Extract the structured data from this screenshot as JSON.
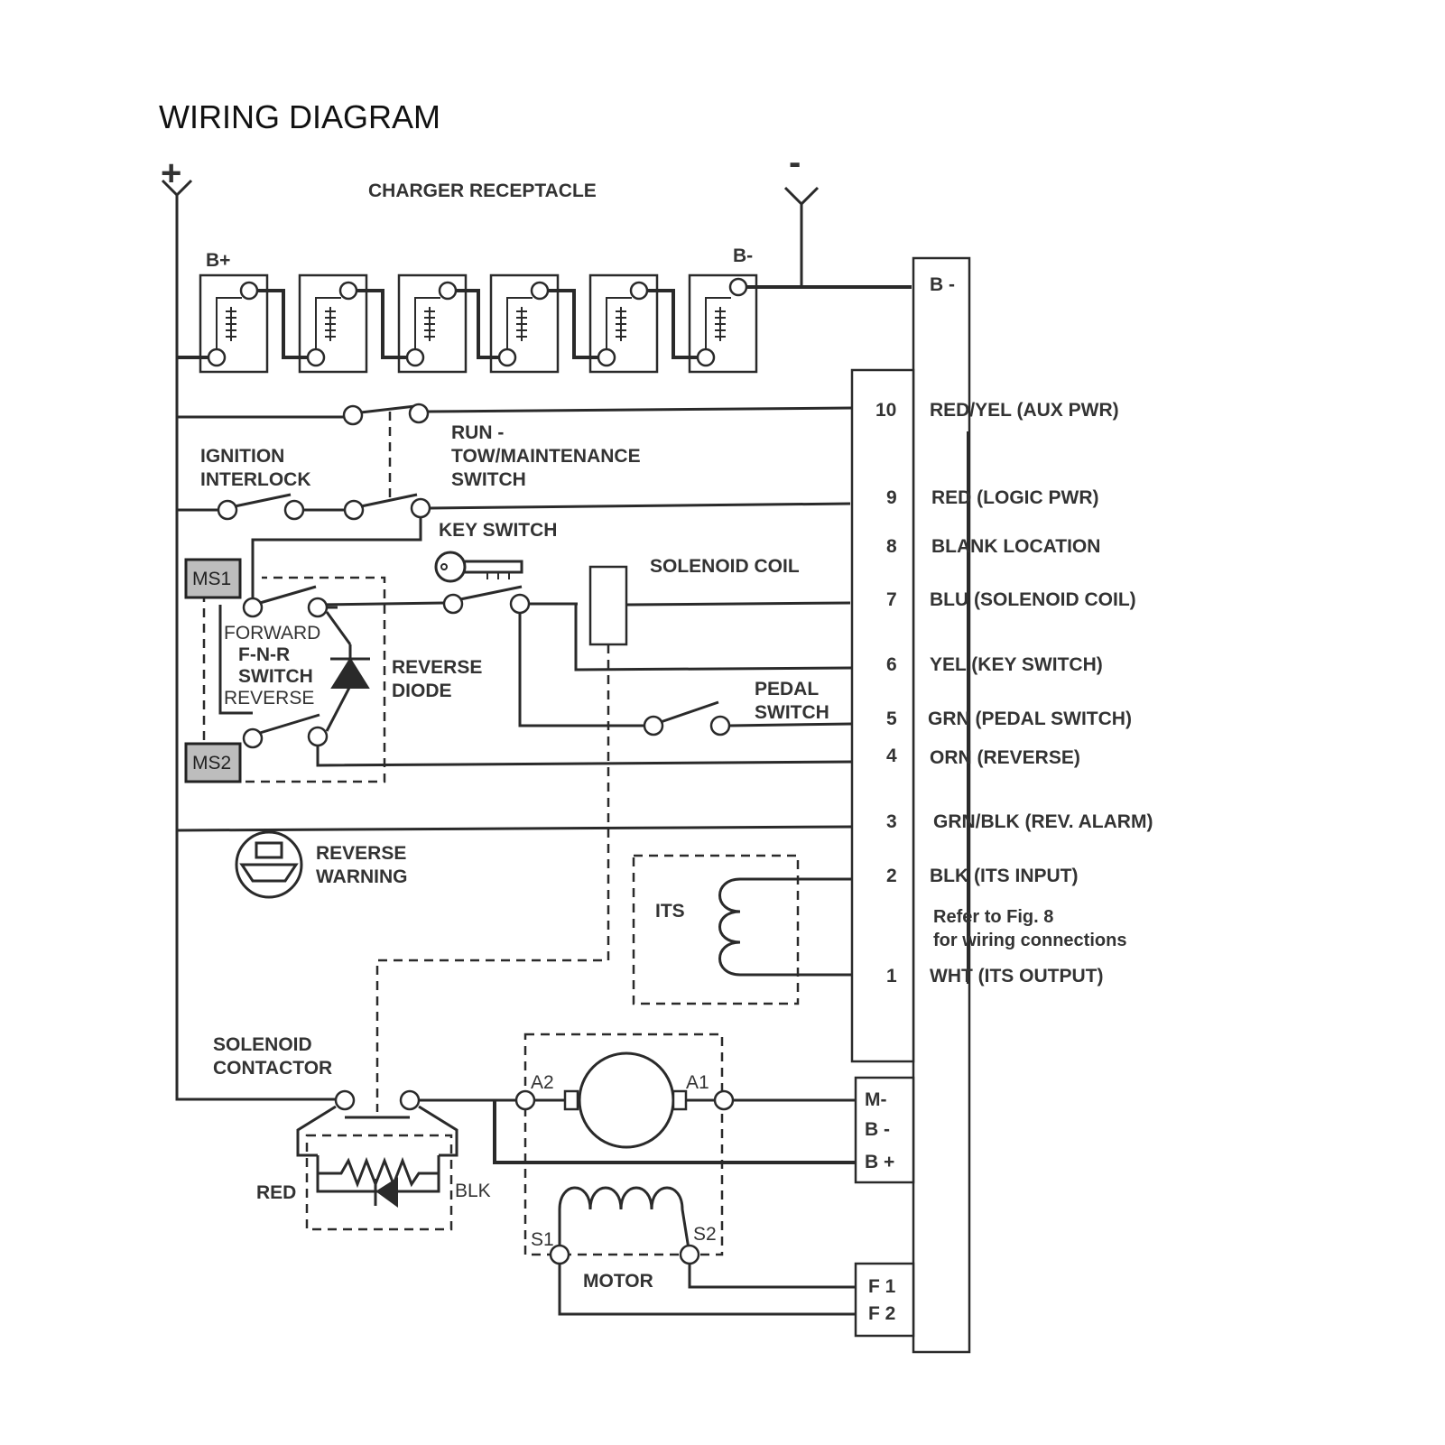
{
  "title": "WIRING DIAGRAM",
  "labels": {
    "plus": "+",
    "minus": "-",
    "charger_receptacle": "CHARGER RECEPTACLE",
    "b_plus": "B+",
    "b_minus": "B-",
    "bus_b_minus": "B -",
    "ignition_interlock_1": "IGNITION",
    "ignition_interlock_2": "INTERLOCK",
    "run_tow_1": "RUN -",
    "run_tow_2": "TOW/MAINTENANCE",
    "run_tow_3": "SWITCH",
    "key_switch": "KEY SWITCH",
    "solenoid_coil": "SOLENOID COIL",
    "forward": "FORWARD",
    "fnr": "F-N-R",
    "switch": "SWITCH",
    "reverse": "REVERSE",
    "reverse_diode_1": "REVERSE",
    "reverse_diode_2": "DIODE",
    "pedal_switch_1": "PEDAL",
    "pedal_switch_2": "SWITCH",
    "reverse_warning_1": "REVERSE",
    "reverse_warning_2": "WARNING",
    "its": "ITS",
    "solenoid_contactor_1": "SOLENOID",
    "solenoid_contactor_2": "CONTACTOR",
    "red": "RED",
    "blk": "BLK",
    "a1": "A1",
    "a2": "A2",
    "s1": "S1",
    "s2": "S2",
    "motor": "MOTOR",
    "m_minus": "M-",
    "b_minus_t": "B -",
    "b_plus_t": "B +",
    "f1": "F 1",
    "f2": "F 2",
    "ms1": "MS1",
    "ms2": "MS2",
    "refer_1": "Refer to Fig. 8",
    "refer_2": "for wiring connections"
  },
  "pins": [
    {
      "num": "10",
      "label": "RED/YEL (AUX PWR)"
    },
    {
      "num": "9",
      "label": "RED (LOGIC PWR)"
    },
    {
      "num": "8",
      "label": "BLANK LOCATION"
    },
    {
      "num": "7",
      "label": "BLU (SOLENOID COIL)"
    },
    {
      "num": "6",
      "label": "YEL (KEY SWITCH)"
    },
    {
      "num": "5",
      "label": "GRN (PEDAL SWITCH)"
    },
    {
      "num": "4",
      "label": "ORN (REVERSE)"
    },
    {
      "num": "3",
      "label": "GRN/BLK (REV. ALARM)"
    },
    {
      "num": "2",
      "label": "BLK (ITS INPUT)"
    },
    {
      "num": "1",
      "label": "WHT (ITS OUTPUT)"
    }
  ]
}
